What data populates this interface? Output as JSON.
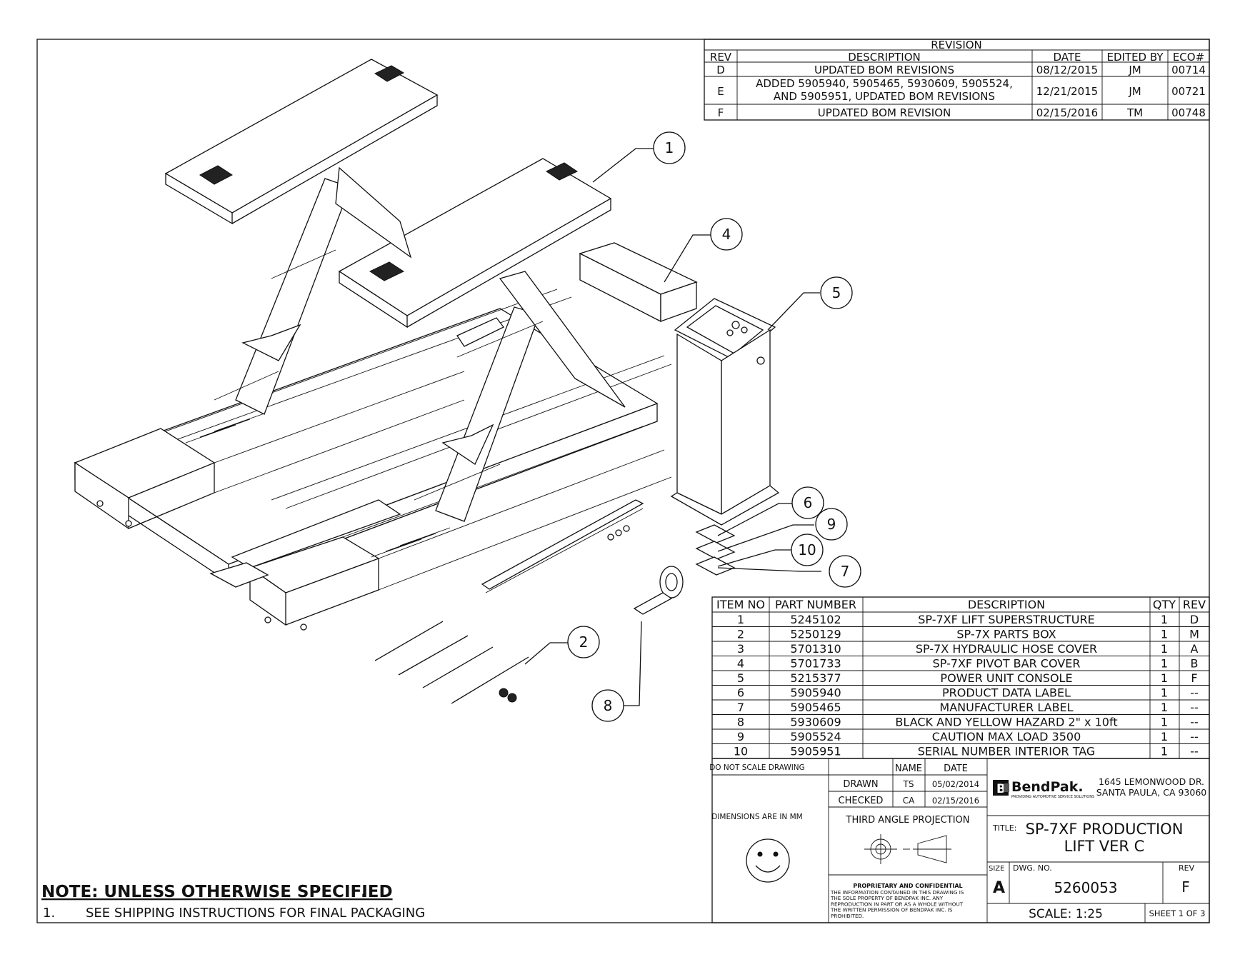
{
  "revision_table": {
    "title": "REVISION",
    "headers": [
      "REV",
      "DESCRIPTION",
      "DATE",
      "EDITED BY",
      "ECO#"
    ],
    "rows": [
      {
        "rev": "D",
        "desc1": "UPDATED BOM REVISIONS",
        "desc2": "",
        "date": "08/12/2015",
        "by": "JM",
        "eco": "00714"
      },
      {
        "rev": "E",
        "desc1": "ADDED 5905940, 5905465, 5930609, 5905524,",
        "desc2": "AND 5905951, UPDATED BOM REVISIONS",
        "date": "12/21/2015",
        "by": "JM",
        "eco": "00721"
      },
      {
        "rev": "F",
        "desc1": "UPDATED BOM REVISION",
        "desc2": "",
        "date": "02/15/2016",
        "by": "TM",
        "eco": "00748"
      }
    ]
  },
  "balloons": [
    "1",
    "2",
    "4",
    "5",
    "6",
    "7",
    "8",
    "9",
    "10"
  ],
  "bom": {
    "headers": [
      "ITEM NO",
      "PART NUMBER",
      "DESCRIPTION",
      "QTY",
      "REV"
    ],
    "rows": [
      {
        "item": "1",
        "part": "5245102",
        "desc": "SP-7XF LIFT SUPERSTRUCTURE",
        "qty": "1",
        "rev": "D"
      },
      {
        "item": "2",
        "part": "5250129",
        "desc": "SP-7X PARTS BOX",
        "qty": "1",
        "rev": "M"
      },
      {
        "item": "3",
        "part": "5701310",
        "desc": "SP-7X HYDRAULIC HOSE COVER",
        "qty": "1",
        "rev": "A"
      },
      {
        "item": "4",
        "part": "5701733",
        "desc": "SP-7XF PIVOT BAR COVER",
        "qty": "1",
        "rev": "B"
      },
      {
        "item": "5",
        "part": "5215377",
        "desc": "POWER UNIT CONSOLE",
        "qty": "1",
        "rev": "F"
      },
      {
        "item": "6",
        "part": "5905940",
        "desc": "PRODUCT DATA LABEL",
        "qty": "1",
        "rev": "--"
      },
      {
        "item": "7",
        "part": "5905465",
        "desc": "MANUFACTURER LABEL",
        "qty": "1",
        "rev": "--"
      },
      {
        "item": "8",
        "part": "5930609",
        "desc": "BLACK AND YELLOW HAZARD 2\" x 10ft",
        "qty": "1",
        "rev": "--"
      },
      {
        "item": "9",
        "part": "5905524",
        "desc": "CAUTION MAX LOAD 3500",
        "qty": "1",
        "rev": "--"
      },
      {
        "item": "10",
        "part": "5905951",
        "desc": "SERIAL NUMBER INTERIOR TAG",
        "qty": "1",
        "rev": "--"
      }
    ]
  },
  "title_block": {
    "do_not_scale": "DO NOT SCALE DRAWING",
    "name_label": "NAME",
    "date_label": "DATE",
    "drawn_label": "DRAWN",
    "drawn_name": "TS",
    "drawn_date": "05/02/2014",
    "checked_label": "CHECKED",
    "checked_name": "CA",
    "checked_date": "02/15/2016",
    "dimensions": "DIMENSIONS ARE IN MM",
    "projection": "THIRD ANGLE PROJECTION",
    "company": "BendPak.",
    "tagline": "PROVIDING AUTOMOTIVE SERVICE SOLUTIONS",
    "address1": "1645 LEMONWOOD DR.",
    "address2": "SANTA PAULA, CA 93060",
    "title_label": "TITLE:",
    "title1": "SP-7XF PRODUCTION",
    "title2": "LIFT VER C",
    "proprietary_head": "PROPRIETARY AND CONFIDENTIAL",
    "proprietary_lines": [
      "THE INFORMATION CONTAINED IN THIS DRAWING IS",
      "THE SOLE PROPERTY OF BENDPAK INC. ANY",
      "REPRODUCTION IN PART OR AS A WHOLE WITHOUT",
      "THE WRITTEN PERMISSION OF BENDPAK INC. IS",
      "PROHIBITED."
    ],
    "size_label": "SIZE",
    "size": "A",
    "dwg_label": "DWG. NO.",
    "dwg_no": "5260053",
    "rev_label": "REV",
    "rev": "F",
    "scale": "SCALE: 1:25",
    "sheet": "SHEET 1 OF 3"
  },
  "notes": {
    "heading": "NOTE: UNLESS OTHERWISE SPECIFIED",
    "item_num": "1.",
    "item_text": "SEE SHIPPING INSTRUCTIONS FOR FINAL PACKAGING"
  }
}
